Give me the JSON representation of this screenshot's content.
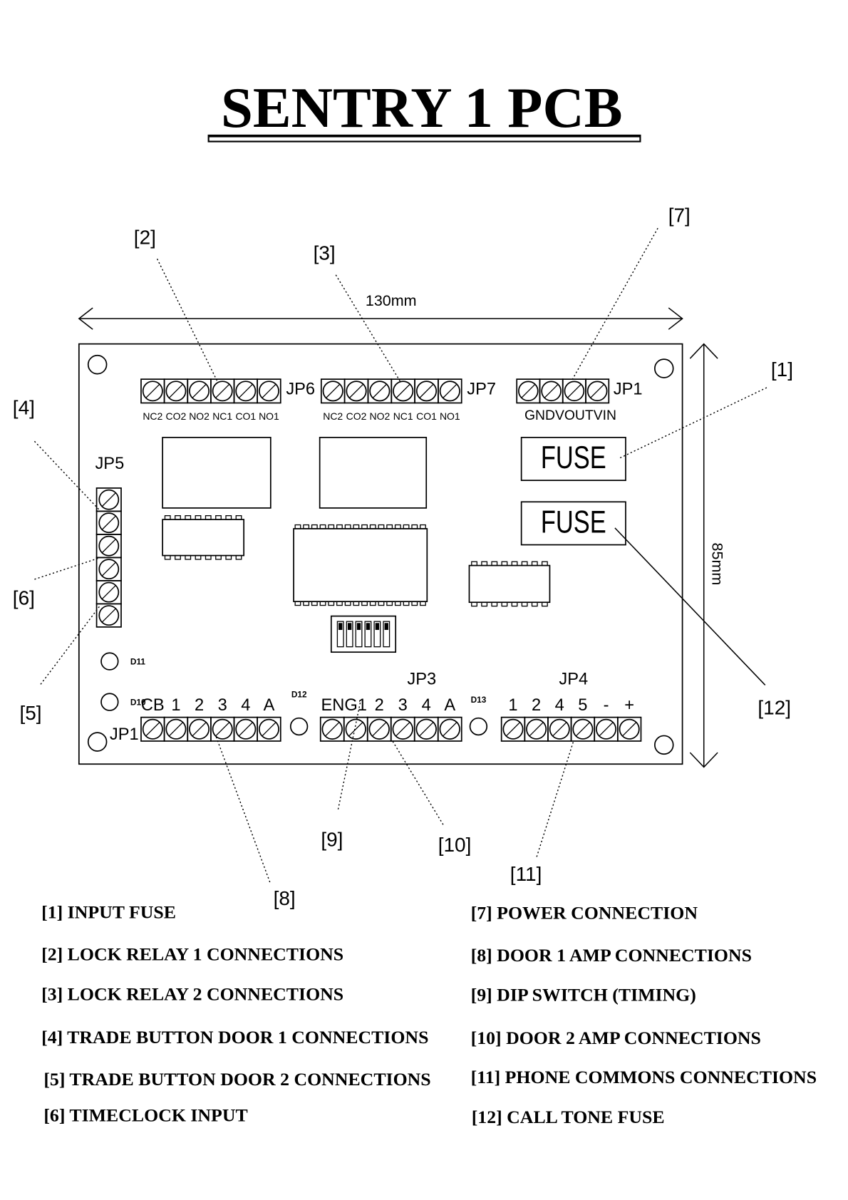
{
  "title": "SENTRY 1 PCB",
  "dimensions": {
    "width_label": "130mm",
    "height_label": "85mm"
  },
  "connectors": {
    "jp6": {
      "label": "JP6",
      "pins": [
        "NC2",
        "CO2",
        "NO2",
        "NC1",
        "CO1",
        "NO1"
      ]
    },
    "jp7": {
      "label": "JP7",
      "pins": [
        "NC2",
        "CO2",
        "NO2",
        "NC1",
        "CO1",
        "NO1"
      ]
    },
    "jp1_power": {
      "label": "JP1",
      "pins_text": "GNDVOUTVIN"
    },
    "jp5": {
      "label": "JP5"
    },
    "jp1_door": {
      "label": "JP1",
      "pins": [
        "CB",
        "1",
        "2",
        "3",
        "4",
        "A"
      ]
    },
    "jp3": {
      "label": "JP3",
      "pins": [
        "ENG1",
        "2",
        "3",
        "4",
        "A"
      ]
    },
    "jp4": {
      "label": "JP4",
      "pins": [
        "1",
        "2",
        "4",
        "5",
        "-",
        "+"
      ]
    }
  },
  "fuses": [
    "FUSE",
    "FUSE"
  ],
  "leds": {
    "d10": "D10",
    "d11": "D11",
    "d12": "D12",
    "d13": "D13"
  },
  "callouts": [
    "[1]",
    "[2]",
    "[3]",
    "[4]",
    "[5]",
    "[6]",
    "[7]",
    "[8]",
    "[9]",
    "[10]",
    "[11]",
    "[12]"
  ],
  "legend": [
    "[1] INPUT FUSE",
    "[2] LOCK RELAY 1 CONNECTIONS",
    "[3] LOCK RELAY 2 CONNECTIONS",
    "[4] TRADE BUTTON DOOR 1 CONNECTIONS",
    "[5] TRADE BUTTON DOOR 2 CONNECTIONS",
    "[6] TIMECLOCK INPUT",
    "[7] POWER CONNECTION",
    "[8] DOOR 1 AMP CONNECTIONS",
    "[9] DIP SWITCH (TIMING)",
    "[10] DOOR 2 AMP CONNECTIONS",
    "[11] PHONE COMMONS CONNECTIONS",
    "[12] CALL TONE FUSE"
  ]
}
